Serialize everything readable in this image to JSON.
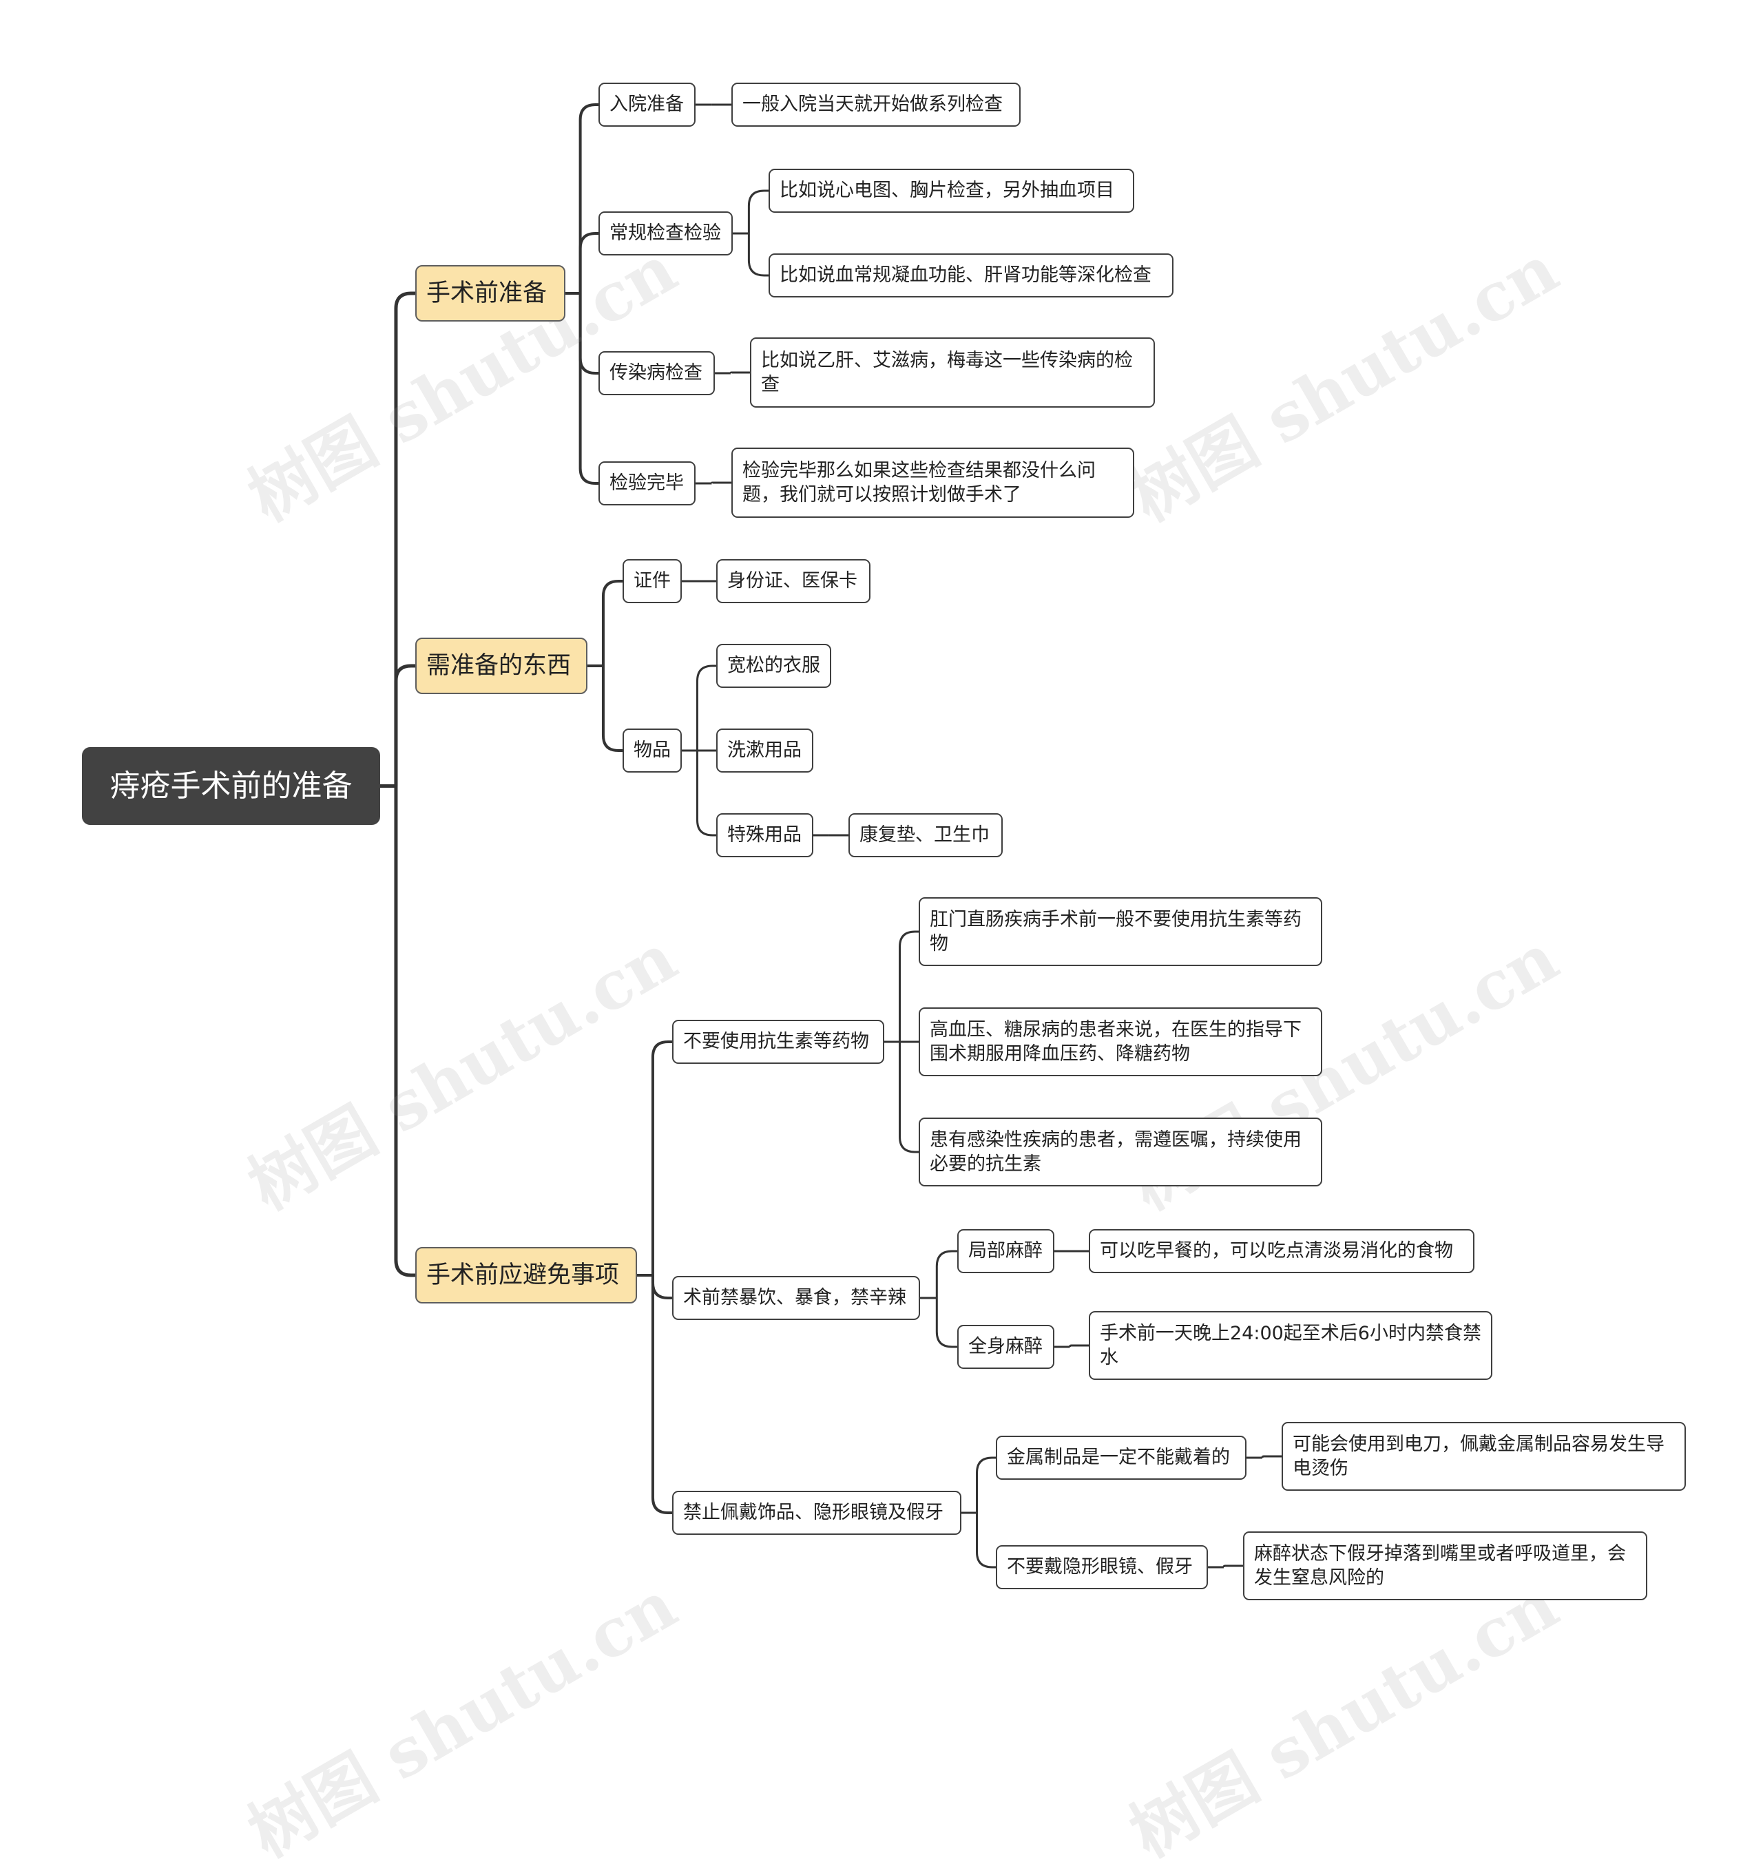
{
  "root": {
    "label": "痔疮手术前的准备"
  },
  "branches": {
    "pre_op": {
      "label": "手术前准备",
      "admission": {
        "label": "入院准备",
        "detail": "一般入院当天就开始做系列检查"
      },
      "routine": {
        "label": "常规检查检验",
        "detail_1": "比如说心电图、胸片检查，另外抽血项目",
        "detail_2": "比如说血常规凝血功能、肝肾功能等深化检查"
      },
      "infectious": {
        "label": "传染病检查",
        "detail": "比如说乙肝、艾滋病，梅毒这一些传染病的检查"
      },
      "done": {
        "label": "检验完毕",
        "detail": "检验完毕那么如果这些检查结果都没什么问题，我们就可以按照计划做手术了"
      }
    },
    "items": {
      "label": "需准备的东西",
      "documents": {
        "label": "证件",
        "detail": "身份证、医保卡"
      },
      "goods": {
        "label": "物品",
        "clothes": "宽松的衣服",
        "toiletries": "洗漱用品",
        "special": {
          "label": "特殊用品",
          "detail": "康复垫、卫生巾"
        }
      }
    },
    "avoid": {
      "label": "手术前应避免事项",
      "antibiotics": {
        "label": "不要使用抗生素等药物",
        "detail_1": "肛门直肠疾病手术前一般不要使用抗生素等药物",
        "detail_2": "高血压、糖尿病的患者来说，在医生的指导下围术期服用降血压药、降糖药物",
        "detail_3": "患有感染性疾病的患者，需遵医嘱，持续使用必要的抗生素"
      },
      "diet": {
        "label": "术前禁暴饮、暴食，禁辛辣",
        "local": {
          "label": "局部麻醉",
          "detail": "可以吃早餐的，可以吃点清淡易消化的食物"
        },
        "general": {
          "label": "全身麻醉",
          "detail": "手术前一天晚上24:00起至术后6小时内禁食禁水"
        }
      },
      "accessories": {
        "label": "禁止佩戴饰品、隐形眼镜及假牙",
        "metal": {
          "label": "金属制品是一定不能戴着的",
          "detail": "可能会使用到电刀，佩戴金属制品容易发生导电烫伤"
        },
        "contacts": {
          "label": "不要戴隐形眼镜、假牙",
          "detail": "麻醉状态下假牙掉落到嘴里或者呼吸道里，会发生窒息风险的"
        }
      }
    }
  },
  "watermark": "树图 shutu.cn",
  "colors": {
    "root_bg": "#424242",
    "branch_bg": "#fbe3aa",
    "line": "#333333"
  }
}
